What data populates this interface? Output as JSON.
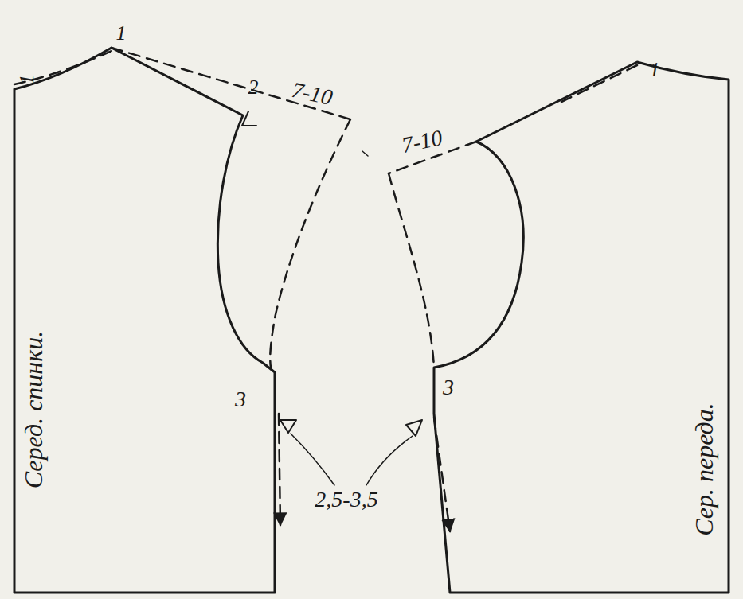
{
  "diagram": {
    "labels": [
      "1",
      "1",
      "2",
      "7-10",
      "7-10",
      "1",
      "3",
      "3",
      "2,5-3,5",
      "Серед. спинки.",
      "Сер. переда."
    ]
  }
}
